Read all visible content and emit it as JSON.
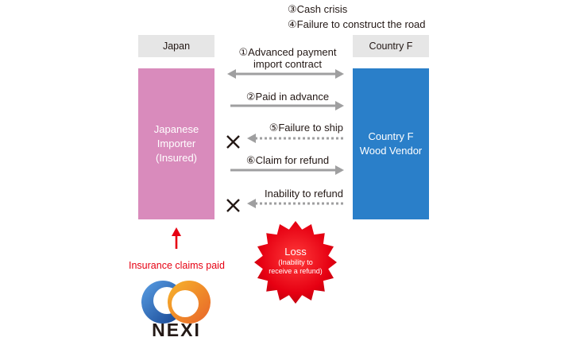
{
  "notes": {
    "cash_crisis": "③Cash crisis",
    "failure_road": "④Failure to construct the road"
  },
  "labels": {
    "japan": "Japan",
    "country_f": "Country F"
  },
  "importer": {
    "line1": "Japanese",
    "line2": "Importer",
    "line3": "(Insured)"
  },
  "vendor": {
    "line1": "Country F",
    "line2": "Wood Vendor"
  },
  "flows": {
    "advanced_line1": "①Advanced payment",
    "advanced_line2": "import contract",
    "paid": "②Paid in advance",
    "failure_ship": "⑤Failure to ship",
    "claim": "⑥Claim for refund",
    "inability": "Inability to refund"
  },
  "claims_paid": "Insurance claims paid",
  "loss": {
    "title": "Loss",
    "line1": "(Inability to",
    "line2": "receive a refund)"
  },
  "logo": {
    "name": "NEXI"
  },
  "colors": {
    "importer": "#d98bbc",
    "vendor": "#2a7fc9",
    "arrow": "#9f9fa0",
    "claim_arrow": "#e60012",
    "loss": "#e60012"
  }
}
